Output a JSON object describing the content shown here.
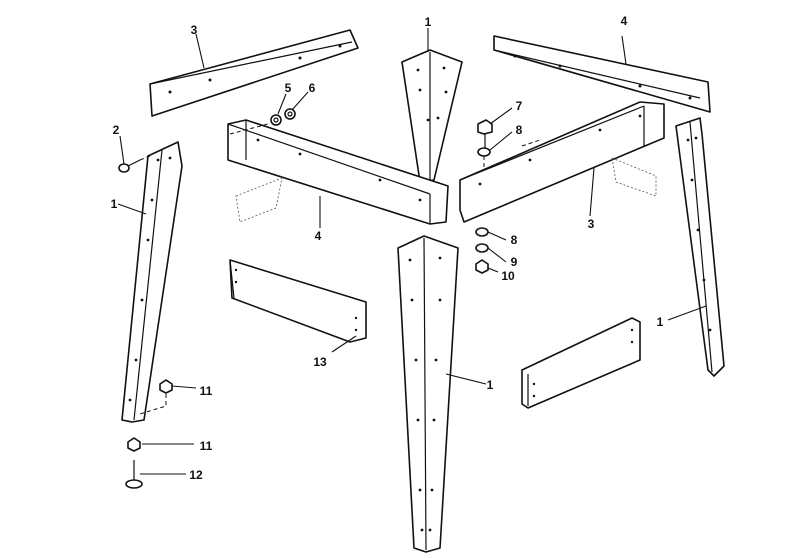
{
  "callouts": {
    "c1_top": "1",
    "c1_left": "1",
    "c1_center": "1",
    "c1_right": "1",
    "c2": "2",
    "c3_top": "3",
    "c3_right": "3",
    "c4_top": "4",
    "c4_center": "4",
    "c5": "5",
    "c6": "6",
    "c7": "7",
    "c8_top": "8",
    "c8_bottom": "8",
    "c9": "9",
    "c10": "10",
    "c11_top": "11",
    "c11_bottom": "11",
    "c12": "12",
    "c13": "13"
  },
  "colors": {
    "line": "#111111",
    "background": "#ffffff"
  }
}
